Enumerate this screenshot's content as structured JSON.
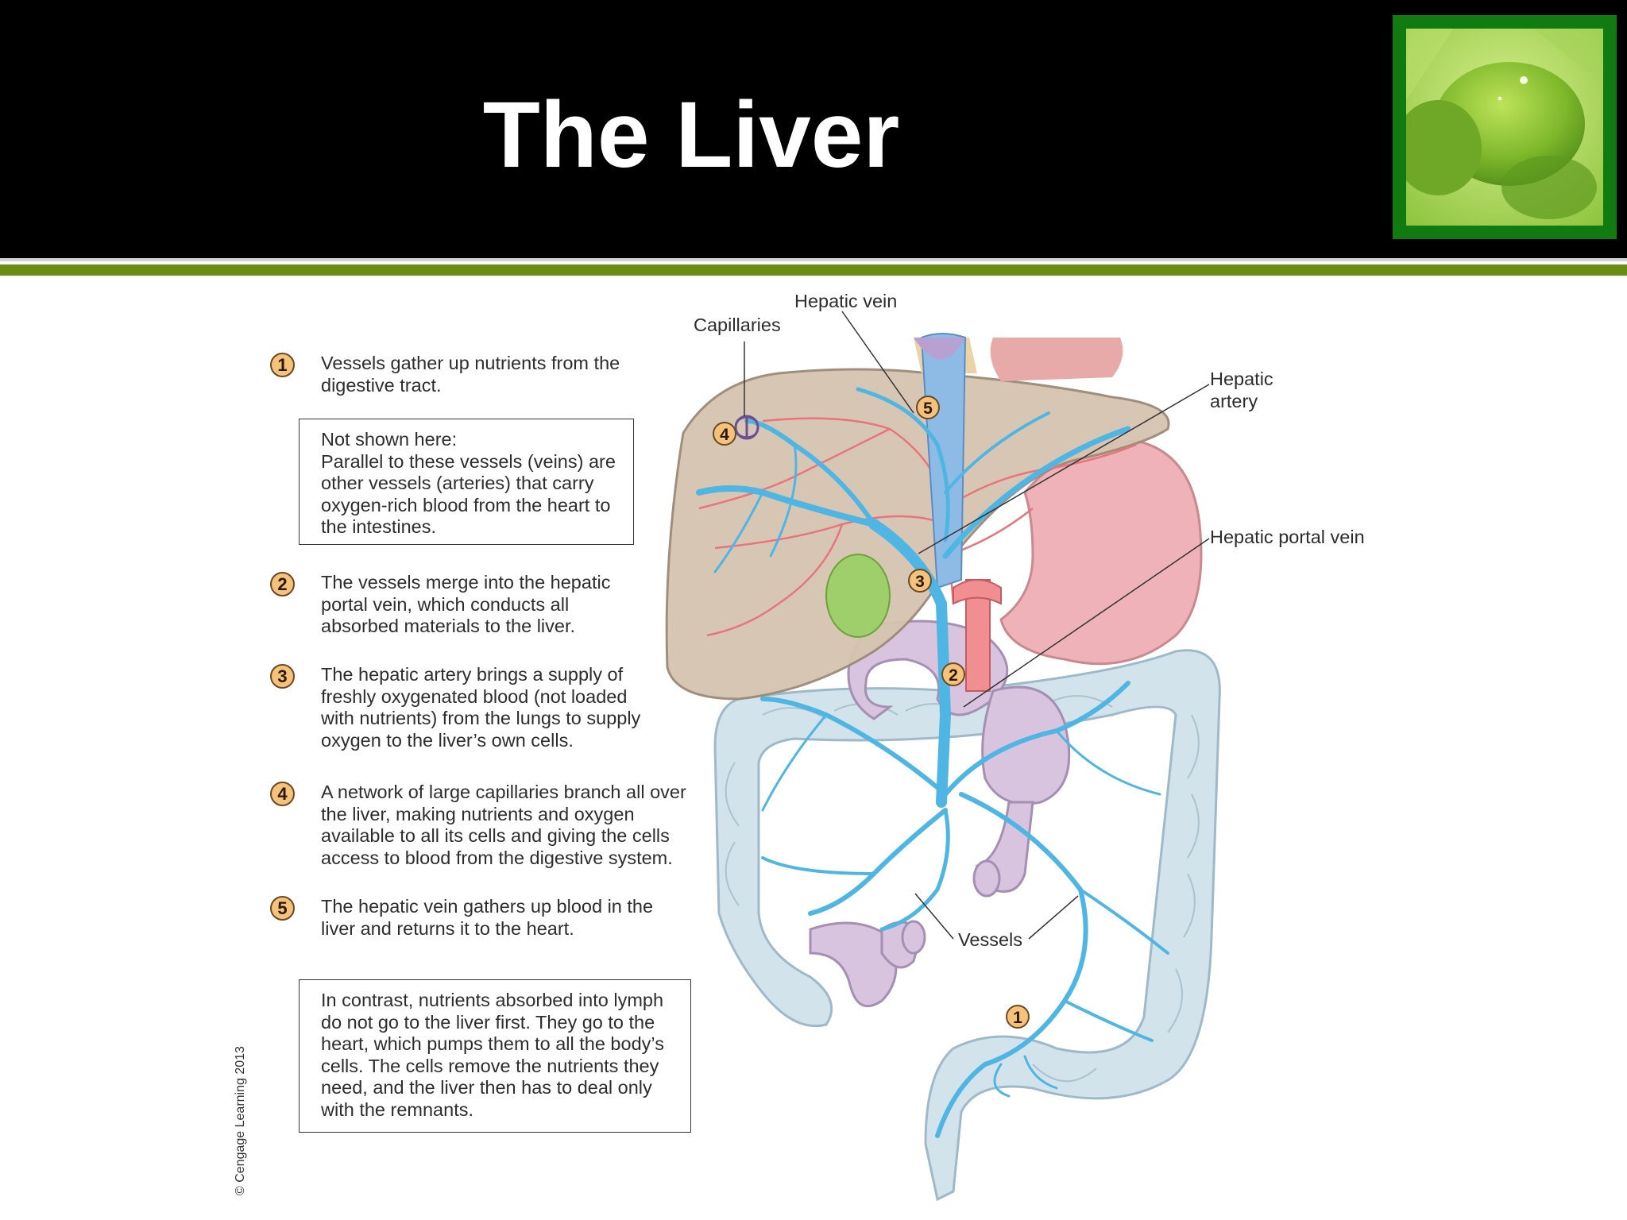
{
  "slide": {
    "title": "The Liver"
  },
  "steps": [
    {
      "number": "1",
      "text": "Vessels gather up nutrients from the digestive tract."
    },
    {
      "number": "2",
      "text": "The vessels merge into the hepatic portal vein, which conducts all absorbed materials to the liver."
    },
    {
      "number": "3",
      "text": "The hepatic artery brings a supply of freshly oxygenated blood (not loaded with nutrients) from the lungs to supply oxygen to the liver’s own cells."
    },
    {
      "number": "4",
      "text": "A network of large capillaries branch all over the liver, making nutrients and oxygen available to all its cells and giving the cells access to blood from the digestive system."
    },
    {
      "number": "5",
      "text": "The hepatic vein gathers up blood in the liver and returns it to the heart."
    }
  ],
  "notes": {
    "not_shown": "Not shown here:\nParallel to these vessels (veins) are other vessels (arteries) that carry oxygen-rich blood from the heart to the intestines.",
    "contrast": "In contrast, nutrients absorbed into lymph do not go to the liver first. They go to the heart, which pumps them to all the body’s cells. The cells remove the nutrients they need, and the liver then has to deal only with the remnants."
  },
  "labels": {
    "hepatic_vein": "Hepatic vein",
    "capillaries": "Capillaries",
    "hepatic_artery": "Hepatic\nartery",
    "hepatic_portal_vein": "Hepatic portal vein",
    "vessels": "Vessels"
  },
  "diagram_badges": [
    "1",
    "2",
    "3",
    "4",
    "5"
  ],
  "copyright": "© Cengage Learning 2013",
  "colors": {
    "header": "#000000",
    "accent_rule": "#6a8e12",
    "thumb_frame": "#117a10",
    "badge": "#f5c27c",
    "vein": "#4fb6e3",
    "artery": "#e8747c",
    "liver": "#d6c4b0",
    "stomach": "#efb2b8",
    "colon": "#d3e3ec"
  },
  "icons": [
    "green-pea-thumbnail-image"
  ]
}
